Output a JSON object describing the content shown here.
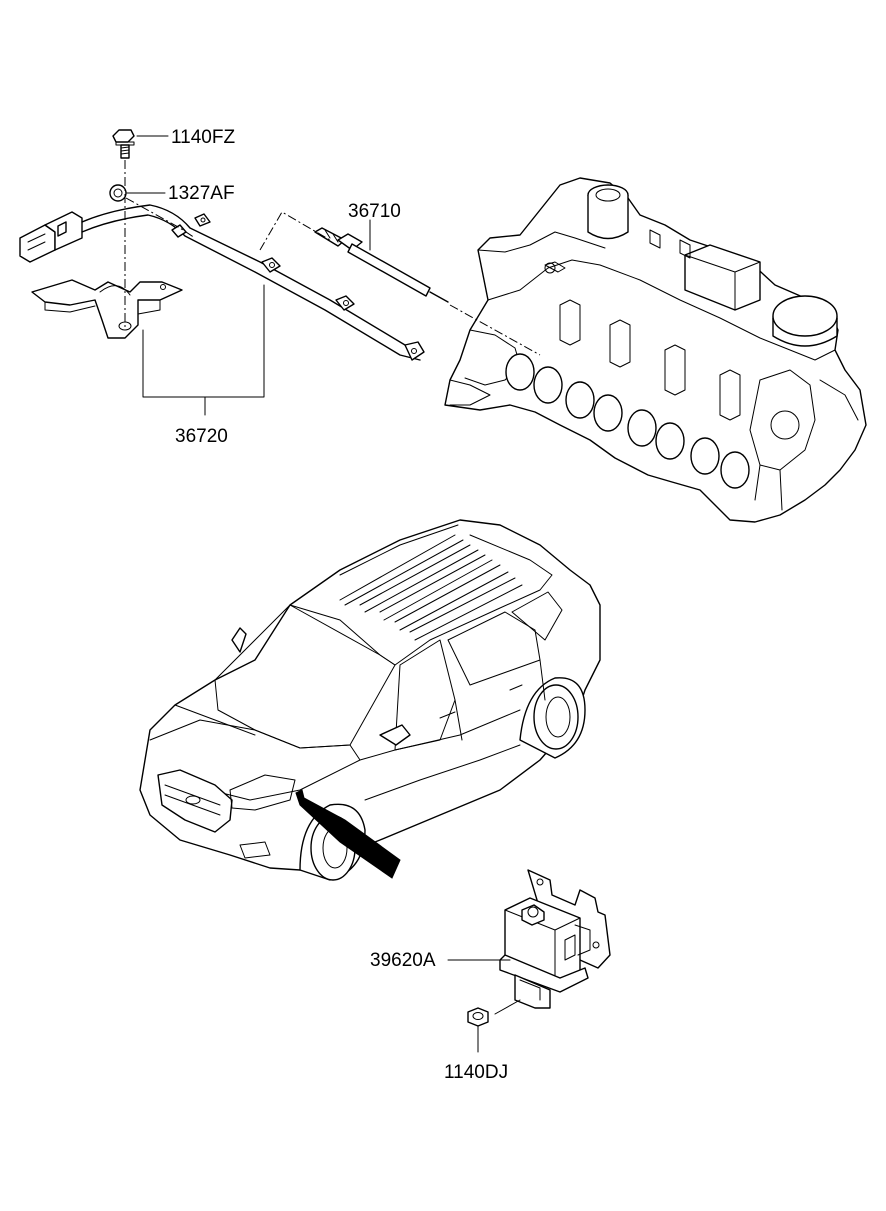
{
  "parts": {
    "bolt": "1140FZ",
    "nut": "1327AF",
    "glow_plug": "36710",
    "harness": "36720",
    "controller": "39620A",
    "controller_nut": "1140DJ"
  }
}
